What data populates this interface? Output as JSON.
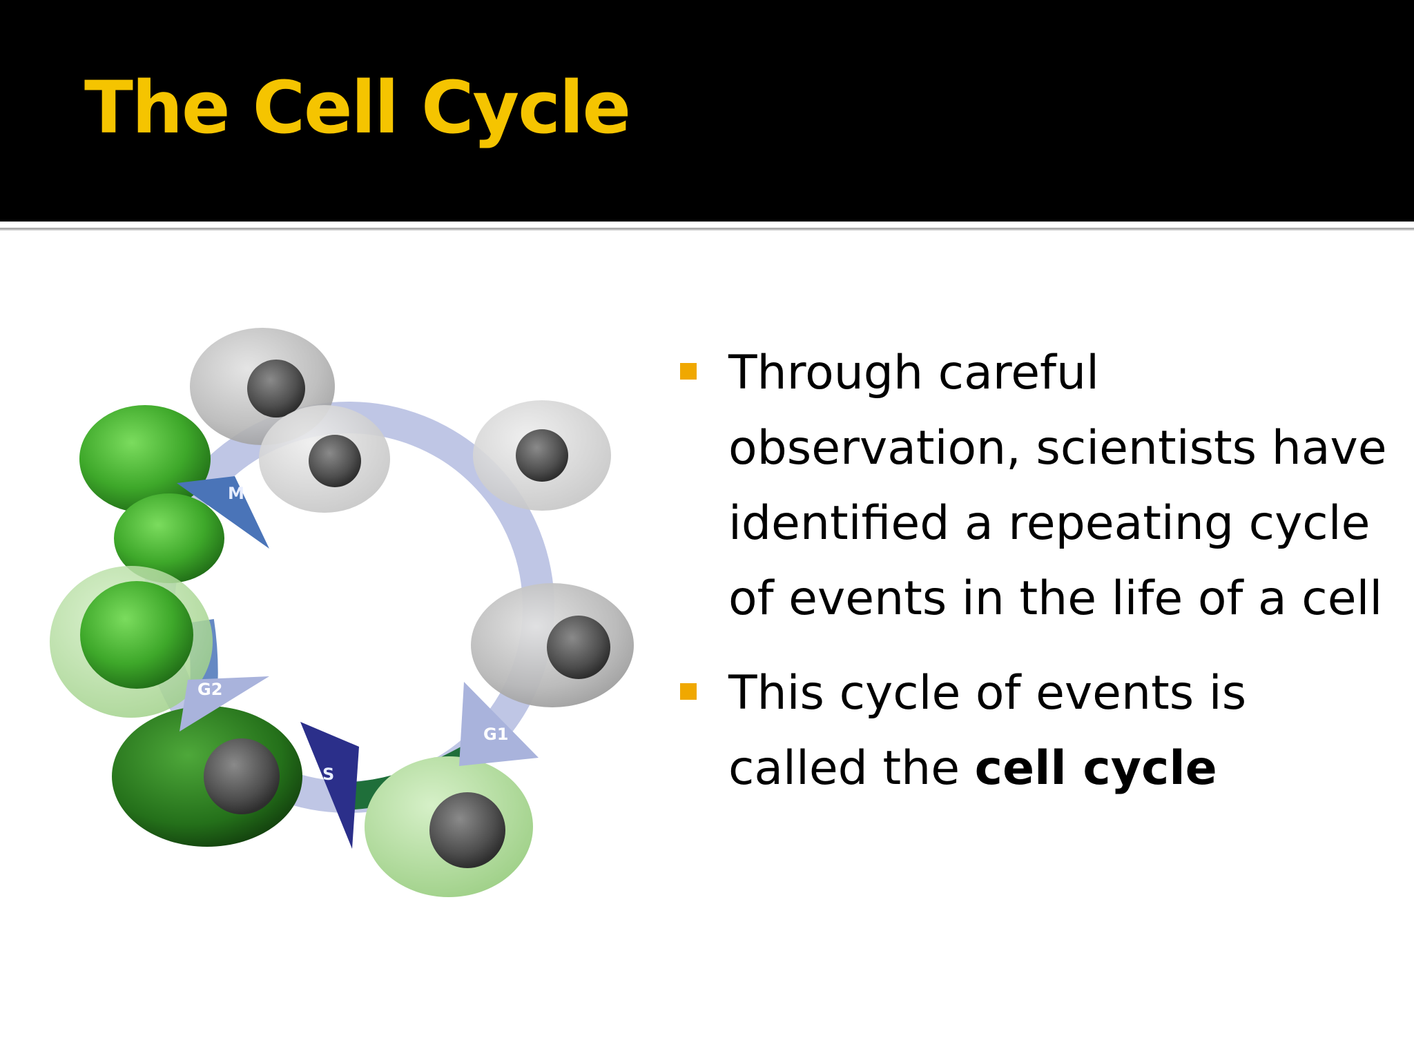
{
  "slide": {
    "title": "The Cell Cycle",
    "colors": {
      "header_background": "#000000",
      "title": "#f5c400",
      "bullet_marker": "#f0a800",
      "body_text": "#000000"
    }
  },
  "diagram": {
    "phase_labels": {
      "m": "M",
      "g1": "G1",
      "s": "S",
      "g2": "G2"
    },
    "colors": {
      "ring": "#a9b3dc",
      "m_arrow": "#4a74b8",
      "s_arrow": "#2b2f8a",
      "green_cell": "#3fae2a",
      "gray_cell": "#bdbdbd",
      "nucleus": "#5a5a5a"
    }
  },
  "bullets": [
    {
      "text": "Through careful observation, scientists have identified a repeating cycle of events in the life of a cell"
    },
    {
      "text_before": "This cycle of events is called the ",
      "bold_text": "cell cycle"
    }
  ]
}
